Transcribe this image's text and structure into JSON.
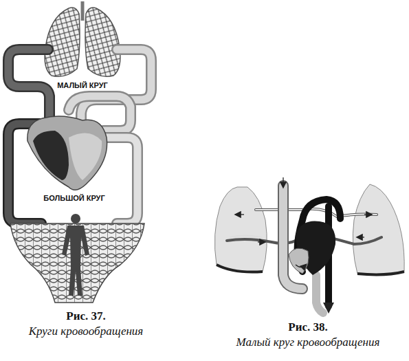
{
  "diagram": {
    "labels": [
      "МАЛЫЙ КРУГ",
      "БОЛЬШОЙ КРУГ",
      "Рис. 37.",
      "Круги кровообращения",
      "Рис. 38.",
      "Малый круг кровообращения"
    ]
  }
}
